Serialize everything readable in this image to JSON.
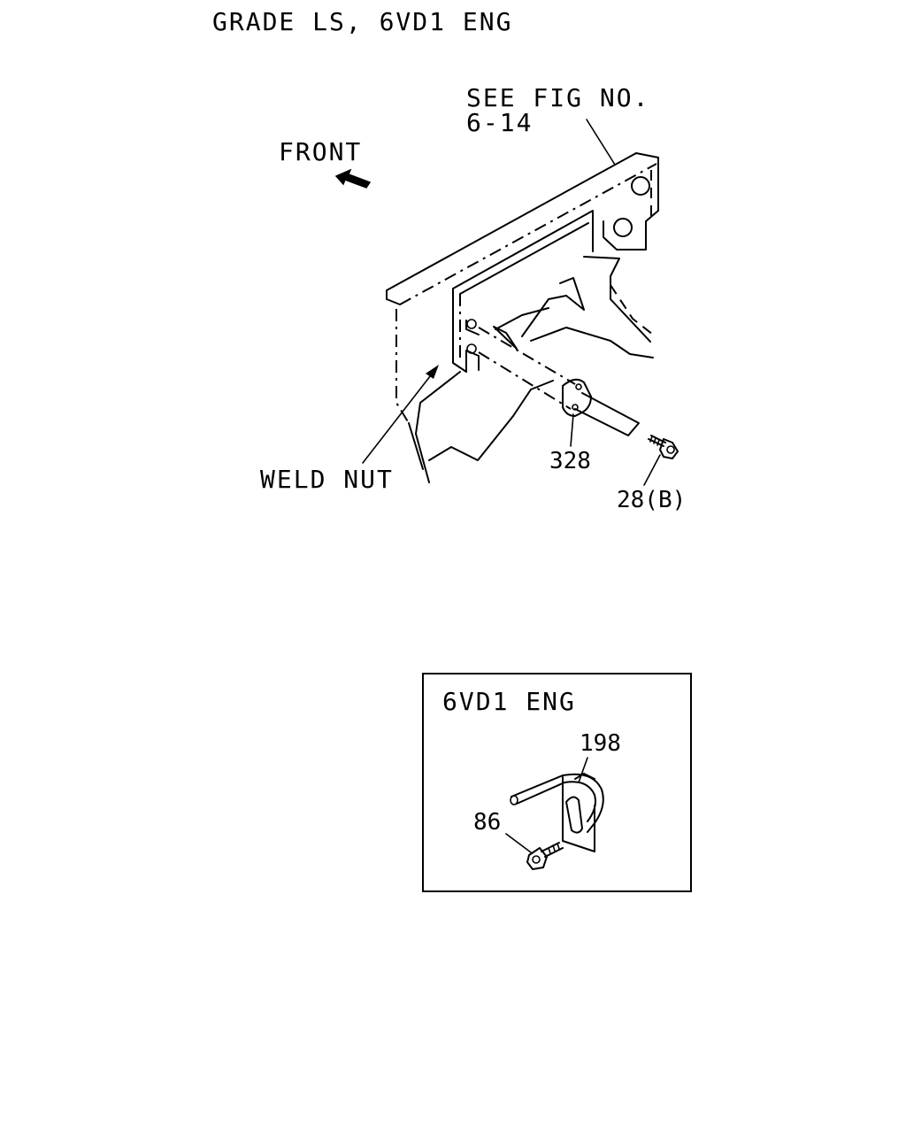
{
  "title": "GRADE LS, 6VD1 ENG",
  "main_view": {
    "see_fig_line1": "SEE FIG NO.",
    "see_fig_line2": "6-14",
    "front_label": "FRONT",
    "weld_nut_label": "WELD NUT",
    "part_328": "328",
    "part_28b": "28(B)"
  },
  "inset": {
    "title": "6VD1 ENG",
    "part_198": "198",
    "part_86": "86"
  },
  "icons": {
    "front_arrow": "front-arrow-icon"
  }
}
